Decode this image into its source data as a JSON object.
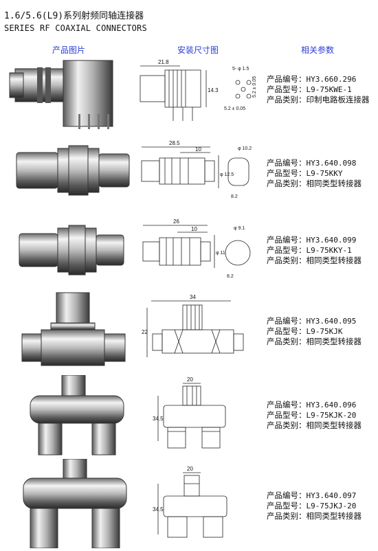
{
  "header": {
    "title_cn": "1.6/5.6(L9)系列射频同轴连接器",
    "title_en": "SERIES RF COAXIAL CONNECTORS"
  },
  "columns": {
    "photo": "产品图片",
    "drawing": "安装尺寸图",
    "specs": "相关参数"
  },
  "labels": {
    "code": "产品编号：",
    "model": "产品型号：",
    "category": "产品类别："
  },
  "products": [
    {
      "code": "HY3.660.296",
      "model": "L9-75KWE-1",
      "category": "印制电路板连接器",
      "dims": {
        "a": "21.8",
        "b": "14.3",
        "c": "5- φ 1.5",
        "d": "5.2 ± 0.05",
        "e": "5.2 ± 0.05"
      }
    },
    {
      "code": "HY3.640.098",
      "model": "L9-75KKY",
      "category": "相同类型转接器",
      "dims": {
        "a": "28.5",
        "b": "10",
        "c": "φ 10.2",
        "d": "φ 12.5",
        "e": "8.2"
      }
    },
    {
      "code": "HY3.640.099",
      "model": "L9-75KKY-1",
      "category": "相同类型转接器",
      "dims": {
        "a": "26",
        "b": "10",
        "c": "φ 9.1",
        "d": "φ 11",
        "e": "8.2"
      }
    },
    {
      "code": "HY3.640.095",
      "model": "L9-75KJK",
      "category": "相同类型转接器",
      "dims": {
        "a": "34",
        "b": "22"
      }
    },
    {
      "code": "HY3.640.096",
      "model": "L9-75KJK-20",
      "category": "相同类型转接器",
      "dims": {
        "a": "20",
        "b": "34.5"
      }
    },
    {
      "code": "HY3.640.097",
      "model": "L9-75JKJ-20",
      "category": "相同类型转接器",
      "dims": {
        "a": "20",
        "b": "34.5"
      }
    }
  ]
}
